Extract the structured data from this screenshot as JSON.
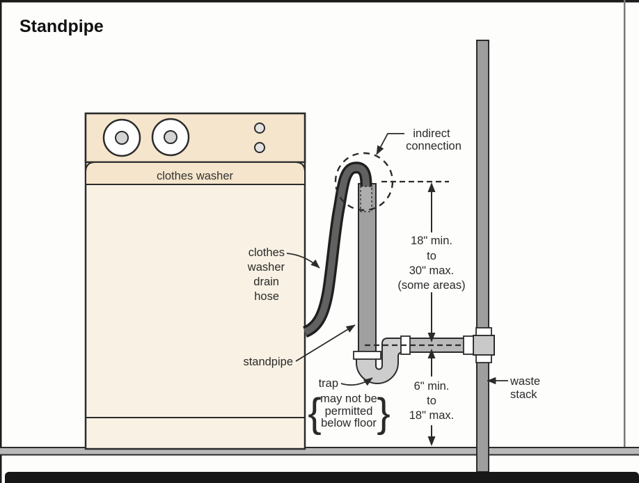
{
  "title": "Standpipe",
  "washer": {
    "label": "clothes washer"
  },
  "labels": {
    "indirect_line1": "indirect",
    "indirect_line2": "connection",
    "drain_hose": [
      "clothes",
      "washer",
      "drain",
      "hose"
    ],
    "standpipe": "standpipe",
    "trap": "trap",
    "trap_note": [
      "may not be",
      "permitted",
      "below floor"
    ],
    "trap_note_brace_left": "{",
    "trap_note_brace_right": "}",
    "waste_line1": "waste",
    "waste_line2": "stack"
  },
  "dimensions": {
    "upper": {
      "line1": "18\" min.",
      "line2": "to",
      "line3": "30\" max.",
      "line4": "(some areas)"
    },
    "lower": {
      "line1": "6\" min.",
      "line2": "to",
      "line3": "18\" max."
    }
  },
  "colors": {
    "washer_panel": "#f5e5cc",
    "washer_body": "#f9f2e4",
    "standpipe_gray": "#a0a0a0",
    "fitting_gray": "#cdcdcd",
    "horizontal_pipe_gray": "#b9b9b9",
    "waste_stack_gray": "#9e9e9e",
    "hose_dark": "#616161",
    "hose_outline": "#1f1f1f",
    "outline": "#2b2b2b",
    "floor_gray": "#b9b9b9",
    "bottom_bar": "#171717"
  }
}
